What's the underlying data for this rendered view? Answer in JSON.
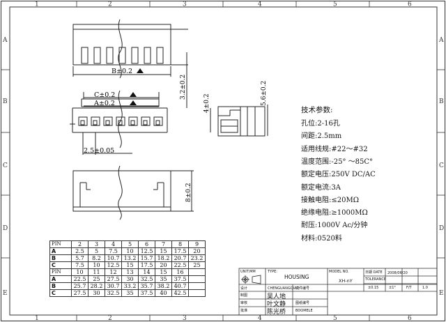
{
  "frame": {
    "col_numbers": [
      "1",
      "2",
      "3",
      "4",
      "5",
      "6"
    ],
    "row_letters": [
      "A",
      "B",
      "C",
      "D",
      "E"
    ]
  },
  "dimensions": {
    "b_label": "B±0.2",
    "c_label": "C±0.2",
    "a_label": "A±0.2",
    "pitch_label": "2.5±0.05",
    "height_label": "3.2±0.2",
    "side_label_left": "4±0.2",
    "side_label_right": "5.6±0.2",
    "bottom_label": "8±0.2"
  },
  "specs": {
    "title": "技术参数:",
    "items": [
      {
        "label": "孔位:",
        "value": "2-16孔"
      },
      {
        "label": "间距:",
        "value": "2.5mm"
      },
      {
        "label": "适用线规:",
        "value": "#22～#32"
      },
      {
        "label": "温度范围:",
        "value": "-25° ～85C°"
      },
      {
        "label": "额定电压:",
        "value": "250V DC/AC"
      },
      {
        "label": "额定电流:",
        "value": "3A"
      },
      {
        "label": "接触电阻:",
        "value": "≤20MΩ"
      },
      {
        "label": "绝缘电阻:",
        "value": "≥1000MΩ"
      },
      {
        "label": "耐压:",
        "value": "1000V  Ac/分钟"
      },
      {
        "label": "材料:",
        "value": "0520料"
      }
    ]
  },
  "pin_table": {
    "header1": [
      "PIN",
      "2",
      "3",
      "4",
      "5",
      "6",
      "7",
      "8",
      "9"
    ],
    "rows1": [
      {
        "label": "A",
        "values": [
          "2.5",
          "5",
          "7.5",
          "10",
          "12.5",
          "15",
          "17.5",
          "20"
        ]
      },
      {
        "label": "B",
        "values": [
          "5.7",
          "8.2",
          "10.7",
          "13.2",
          "15.7",
          "18.2",
          "20.7",
          "23.2"
        ]
      },
      {
        "label": "C",
        "values": [
          "7.5",
          "10",
          "12.5",
          "15",
          "17.5",
          "20",
          "22.5",
          "25"
        ]
      }
    ],
    "header2": [
      "PIN",
      "10",
      "11",
      "12",
      "13",
      "14",
      "15",
      "16",
      ""
    ],
    "rows2": [
      {
        "label": "A",
        "values": [
          "22.5",
          "25",
          "27.5",
          "30",
          "32.5",
          "35",
          "37.5",
          ""
        ]
      },
      {
        "label": "B",
        "values": [
          "25.7",
          "28.2",
          "30.7",
          "33.2",
          "35.7",
          "38.2",
          "40.7",
          ""
        ]
      },
      {
        "label": "C",
        "values": [
          "27.5",
          "30",
          "32.5",
          "35",
          "37.5",
          "40",
          "42.5",
          ""
        ]
      }
    ]
  },
  "title_block": {
    "type_label": "TYPE:",
    "type_value": "HOUSING",
    "model_label": "MODEL NO.",
    "model_value": "XH-nY",
    "unit_label": "UNIT:MM",
    "date_label": "日期 DATE",
    "date_value": "2008/06/20",
    "tol_label": "TOLERANCE",
    "tol_value": "±0.15",
    "angle_value": "±1°",
    "scale_value": "F/T",
    "ver_value": "1.0",
    "designer_value": "CHENGUANGQIAO",
    "designed": "设计",
    "drawn": "制图",
    "checked": "审核",
    "approved": "批准",
    "name1": "吴人地",
    "name2": "叶文静",
    "name3": "陈光桥",
    "doc_no": "文件编号",
    "drawing_no": "图纸编号",
    "company": "BOOMELE"
  }
}
